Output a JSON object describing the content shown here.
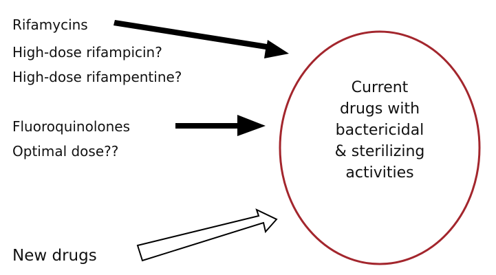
{
  "left_labels": {
    "rifamycins": "Rifamycins",
    "high_dose_rifampicin": "High-dose rifampicin?",
    "high_dose_rifapentine": "High-dose rifampentine?",
    "fluoroquinolones": "Fluoroquinolones",
    "optimal_dose": "Optimal dose??",
    "new_drugs": "New drugs"
  },
  "circle": {
    "lines": [
      "Current",
      "drugs with",
      "bactericidal",
      "& sterilizing",
      "activities"
    ],
    "stroke_color": "#a3262d"
  },
  "arrows": {
    "solid_color": "#000000",
    "hollow_fill": "#ffffff"
  }
}
